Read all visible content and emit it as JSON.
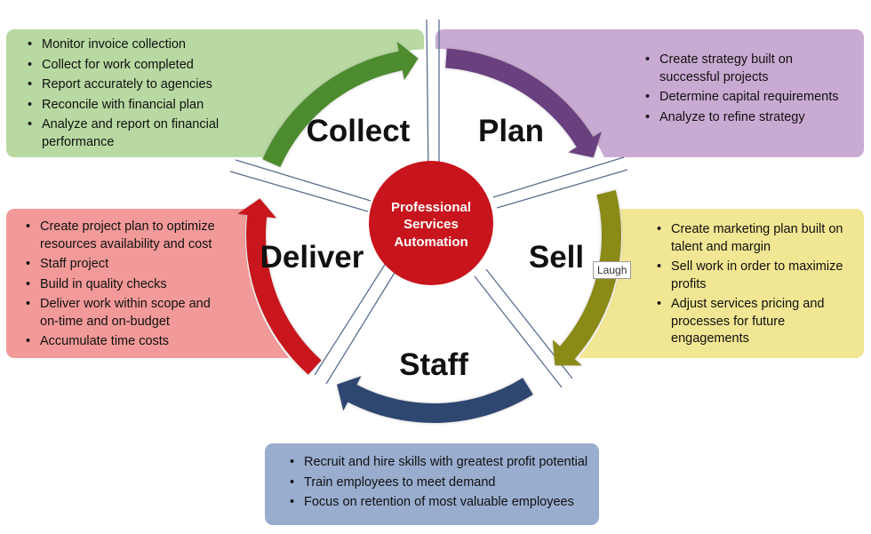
{
  "center": {
    "line1": "Professional",
    "line2": "Services",
    "line3": "Automation"
  },
  "phases": {
    "collect": {
      "label": "Collect",
      "color": "#4e8c2e",
      "items": [
        "Monitor invoice collection",
        "Collect for work completed",
        "Report accurately to agencies",
        "Reconcile with financial plan",
        "Analyze and report on financial performance"
      ]
    },
    "plan": {
      "label": "Plan",
      "color": "#6b3f7f",
      "items": [
        "Create strategy built on successful projects",
        "Determine capital requirements",
        "Analyze to refine strategy"
      ]
    },
    "sell": {
      "label": "Sell",
      "color": "#8a8a12",
      "items": [
        "Create marketing plan built on talent and margin",
        "Sell work in order to maximize profits",
        "Adjust services pricing and processes for future engagements"
      ]
    },
    "staff": {
      "label": "Staff",
      "color": "#2e466f",
      "items": [
        "Recruit and hire skills with greatest profit potential",
        "Train employees to meet demand",
        "Focus on retention of most valuable employees"
      ]
    },
    "deliver": {
      "label": "Deliver",
      "color": "#c8141c",
      "items": [
        "Create project plan to optimize resources availability and cost",
        "Staff project",
        "Build in quality checks",
        "Deliver work within scope and on-time and on-budget",
        "Accumulate time costs"
      ]
    }
  },
  "tooltip": "Laugh",
  "colors": {
    "hub": "#c8141c",
    "collect_box": "#b8d9a2",
    "plan_box": "#c9aad2",
    "sell_box": "#f1e693",
    "deliver_box": "#f29a99",
    "staff_box": "#99adcf"
  }
}
